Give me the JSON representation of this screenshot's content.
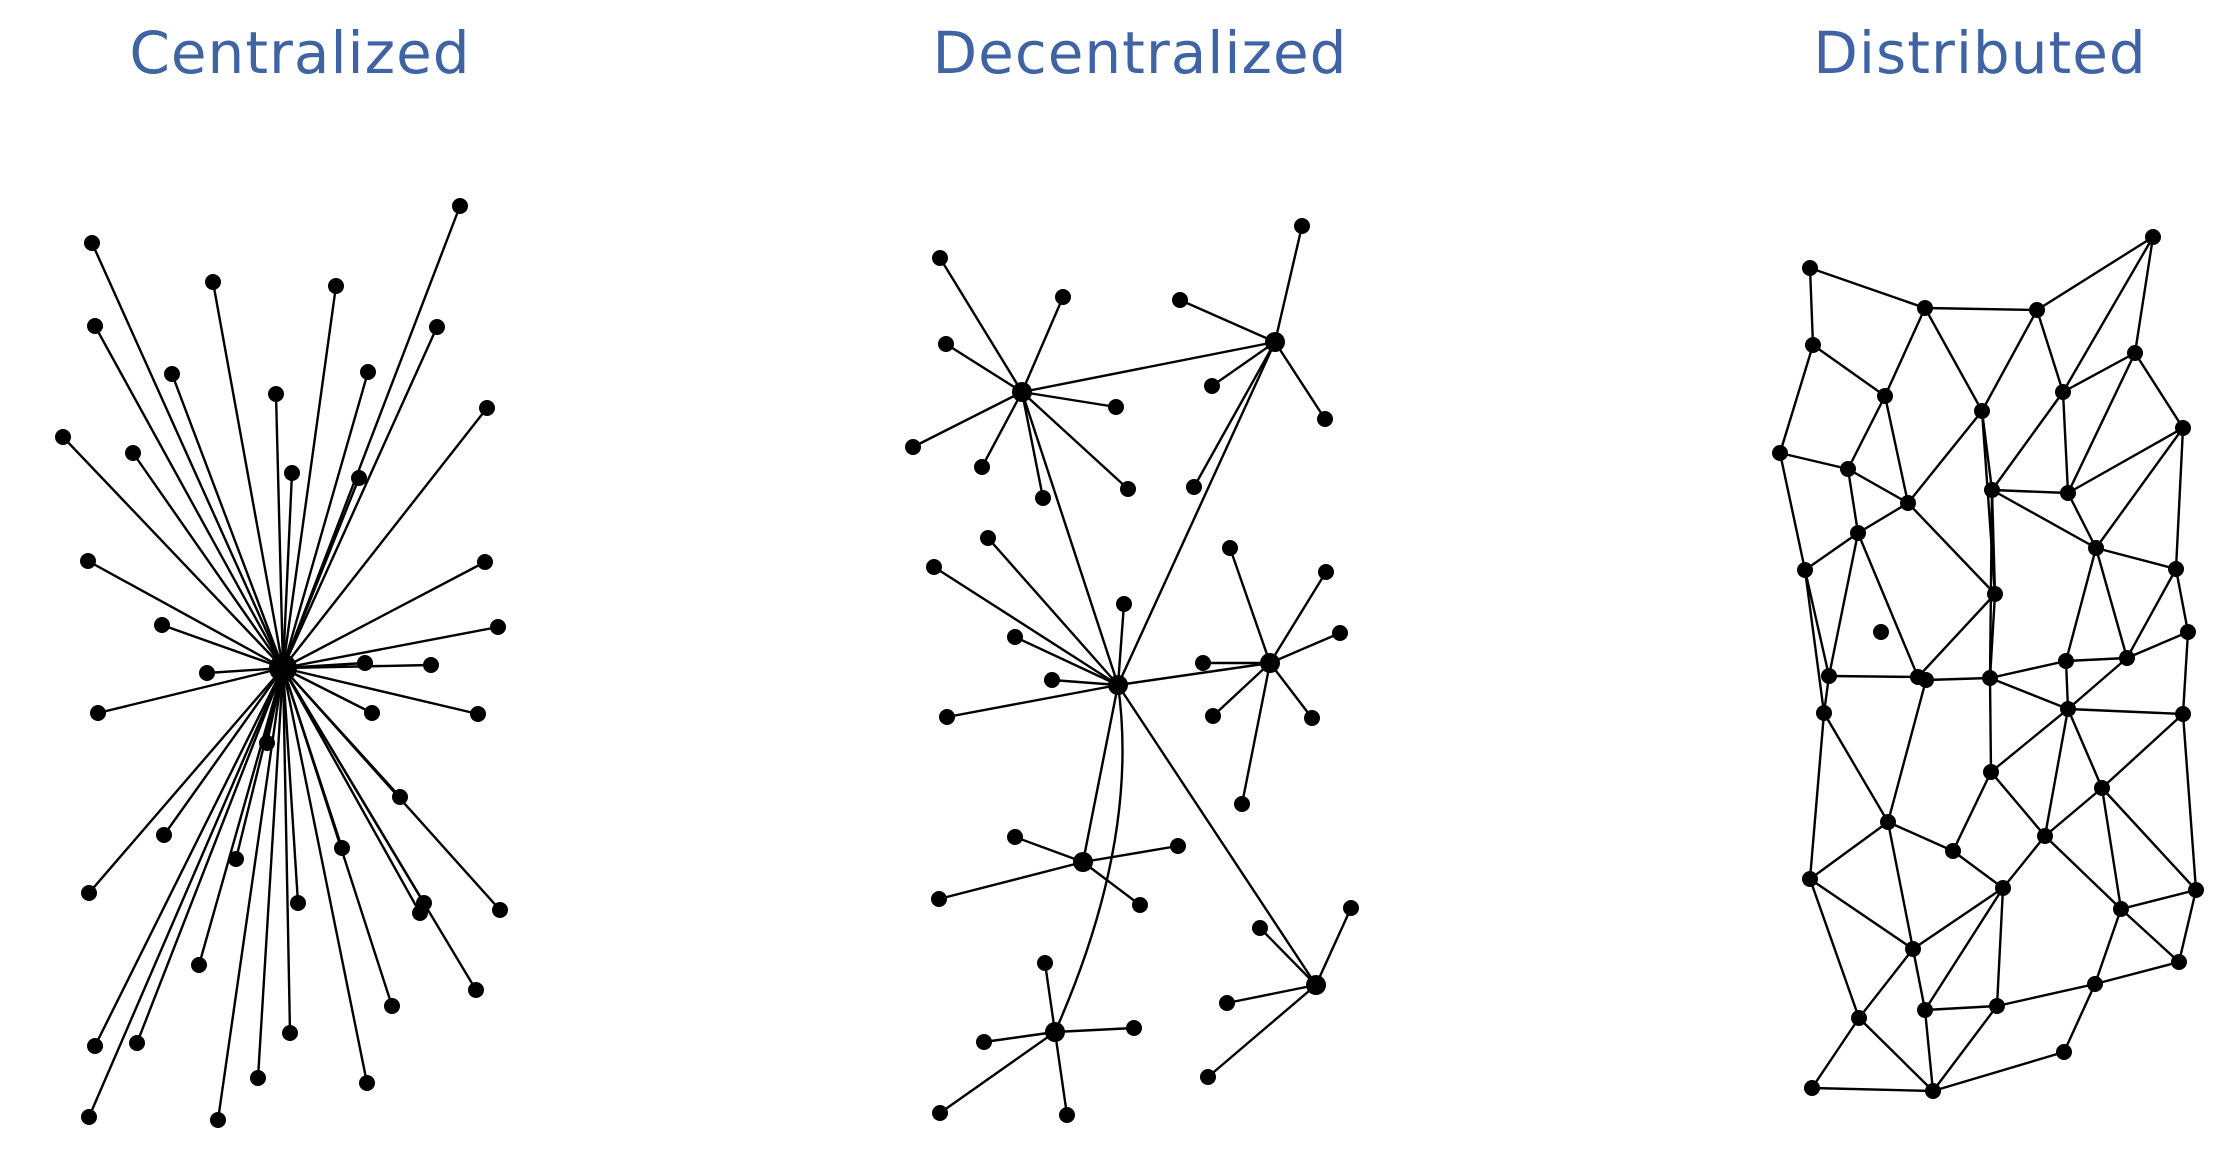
{
  "colors": {
    "title": "#3f63a3",
    "edge": "#000000",
    "node": "#000000"
  },
  "panels": [
    {
      "title": "Centralized"
    },
    {
      "title": "Decentralized"
    },
    {
      "title": "Distributed"
    }
  ]
}
